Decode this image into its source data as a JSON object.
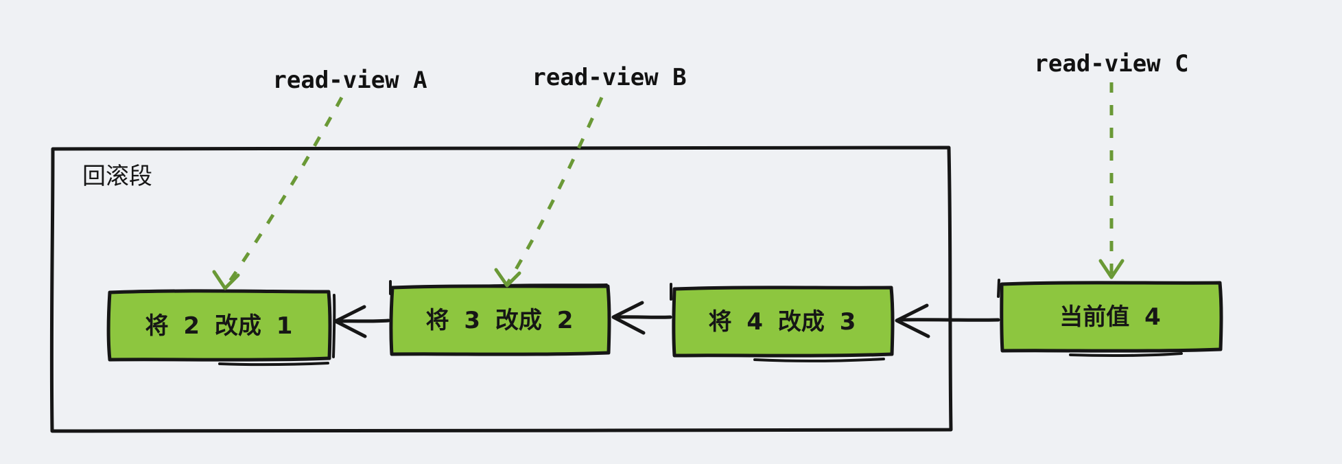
{
  "colors": {
    "background": "#eff1f4",
    "box_fill": "#8dc63f",
    "box_stroke": "#161616",
    "arrow_black": "#161616",
    "readview_arrow_green": "#6a9936",
    "text": "#161616"
  },
  "rollback_segment": {
    "label": "回滚段"
  },
  "version_chain": {
    "boxes": [
      {
        "label": "将 2 改成 1"
      },
      {
        "label": "将 3 改成 2"
      },
      {
        "label": "将 4 改成 3"
      },
      {
        "label": "当前值 4"
      }
    ]
  },
  "read_views": [
    {
      "label": "read-view A"
    },
    {
      "label": "read-view B"
    },
    {
      "label": "read-view C"
    }
  ]
}
